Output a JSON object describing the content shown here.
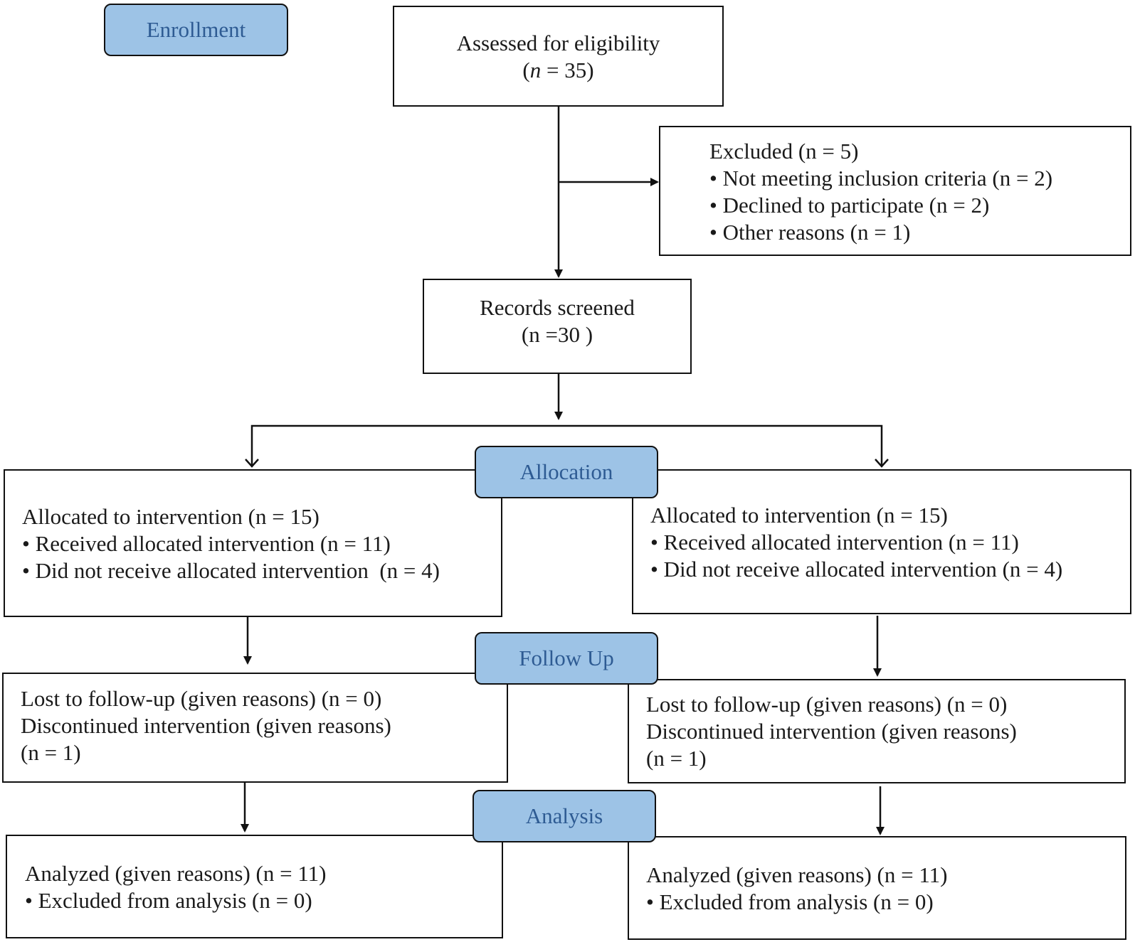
{
  "stages": {
    "enrollment": "Enrollment",
    "allocation": "Allocation",
    "follow_up": "Follow Up",
    "analysis": "Analysis"
  },
  "assessed": {
    "title": "Assessed for eligibility",
    "n_symbol": "n",
    "n_rest": " = 35)",
    "open_paren": "("
  },
  "excluded": {
    "title": "Excluded (n = 5)",
    "items": [
      "• Not meeting inclusion criteria (n = 2)",
      "• Declined to participate (n = 2)",
      "• Other reasons (n = 1)"
    ]
  },
  "screened": {
    "title": "Records screened",
    "count": "(n =30 )"
  },
  "left": {
    "allocated": {
      "title": "Allocated to intervention (n = 15)",
      "items": [
        "• Received allocated intervention (n = 11)",
        "• Did not receive allocated intervention  (n = 4)"
      ]
    },
    "follow_up": {
      "lines": [
        "Lost to follow-up (given reasons) (n = 0)",
        "Discontinued intervention (given reasons)",
        "(n = 1)"
      ]
    },
    "analysis": {
      "title": "Analyzed (given reasons) (n = 11)",
      "items": [
        "• Excluded from analysis (n = 0)"
      ]
    }
  },
  "right": {
    "allocated": {
      "title": "Allocated to intervention (n = 15)",
      "items": [
        "• Received allocated intervention (n = 11)",
        "• Did not receive allocated intervention (n = 4)"
      ]
    },
    "follow_up": {
      "lines": [
        "Lost to follow-up (given reasons) (n = 0)",
        "Discontinued intervention (given reasons)",
        "(n = 1)"
      ]
    },
    "analysis": {
      "title": "Analyzed (given reasons) (n = 11)",
      "items": [
        "• Excluded from analysis (n = 0)"
      ]
    }
  },
  "colors": {
    "stage_fill": "#9dc3e6",
    "stage_text": "#2e5b93",
    "line": "#111111"
  }
}
